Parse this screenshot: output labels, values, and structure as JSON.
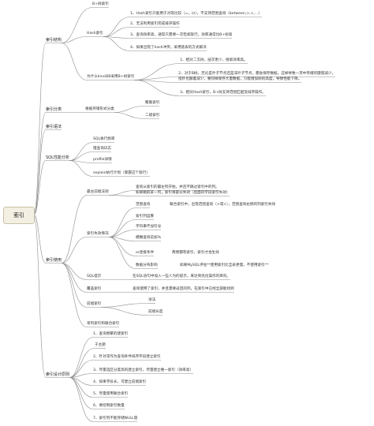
{
  "root": "索引",
  "branches": [
    {
      "key": "structure",
      "label": "索引结构",
      "children": [
        {
          "key": "btree",
          "label": "B+树索引"
        },
        {
          "key": "hash",
          "label": "Hash索引",
          "children": [
            {
              "key": "h1",
              "label": "1、Hash索引只能用于对等比较（=，in），不支持范围查询（between,>,<,...）"
            },
            {
              "key": "h2",
              "label": "2、无法利用索引完成排序操作"
            },
            {
              "key": "h3",
              "label": "3、查询效率高，通常只需要一次检索就行，效率通常比B+树高"
            },
            {
              "key": "h4",
              "label": "4、如果出现了hash冲突，采用链表的方式解决"
            }
          ]
        },
        {
          "key": "why",
          "label": "为什么InnoDB采用B+树索引",
          "children": [
            {
              "key": "w1",
              "label": "1、相对二叉树，层次更少，搜索效率高。"
            },
            {
              "key": "w2a",
              "label": "2、对于B树，无论是叶子节点还是非叶子节点，都会保存数据，这样导致一页中存储的键值减少，"
            },
            {
              "key": "w2b",
              "label": "指针也跟着减少，要同样保存大量数据，只能增加树的高度，导致性能下降。"
            },
            {
              "key": "w3",
              "label": "3、相对Hash索引，B+树支持范围匹配及排序操作。"
            }
          ]
        }
      ]
    },
    {
      "key": "category",
      "label": "索引分类",
      "children": [
        {
          "key": "cat",
          "label": "根据存储形式分类",
          "children": [
            {
              "key": "c1",
              "label": "聚集索引"
            },
            {
              "key": "c2",
              "label": "二级索引"
            }
          ]
        }
      ]
    },
    {
      "key": "syntax",
      "label": "索引语法"
    },
    {
      "key": "sql",
      "label": "SQL性能分析",
      "children": [
        {
          "key": "s1",
          "label": "SQL执行频率"
        },
        {
          "key": "s2",
          "label": "慢查询日志"
        },
        {
          "key": "s3",
          "label": "profile详情"
        },
        {
          "key": "s4",
          "label": "explain执行计划（掌握这个就行）"
        }
      ]
    },
    {
      "key": "usage",
      "label": "索引使用",
      "children": [
        {
          "key": "u1",
          "label": "最左前缀法则",
          "children": [
            {
              "key": "u1a",
              "label": "查询从索引的最左列开始，并且不跳过索引中的列。"
            },
            {
              "key": "u1b",
              "label": "如果跳跃某一列，索引将部分失效（后面的字段索引失效）"
            }
          ]
        },
        {
          "key": "u2",
          "label": "索引失效情况",
          "children": [
            {
              "key": "f1",
              "label": "范围查询",
              "note": "联合索引中，出现范围查询（>或<），范围查询右侧的列索引失效"
            },
            {
              "key": "f2",
              "label": "索引列运算"
            },
            {
              "key": "f3",
              "label": "字符串不加引号"
            },
            {
              "key": "f4",
              "label": "模糊查询前加%"
            },
            {
              "key": "f5",
              "label": "or连接条件",
              "note": "两侧都有索引，索引才会生效"
            },
            {
              "key": "f6",
              "label": "数据分布影响",
              "note": "如果MySQL评估**使用索引比全表更慢，不使用索引**"
            }
          ]
        },
        {
          "key": "u3",
          "label": "SQL提示",
          "children": [
            {
              "key": "u3a",
              "label": "在SQL语句中加入一些人为的提示，来达到优化操作的目的。"
            }
          ]
        },
        {
          "key": "u4",
          "label": "覆盖索引",
          "children": [
            {
              "key": "u4a",
              "label": "查询使用了索引，并且需要返回的列，在索引中已经全部能找到"
            }
          ]
        },
        {
          "key": "u5",
          "label": "前缀索引",
          "children": [
            {
              "key": "u5a",
              "label": "语法"
            },
            {
              "key": "u5b",
              "label": "前缀长度"
            }
          ]
        },
        {
          "key": "u6",
          "label": "单列索引和联合索引"
        }
      ]
    },
    {
      "key": "design",
      "label": "索引设计原则",
      "children": [
        {
          "key": "d1",
          "label": "1、查询频繁的建索引"
        },
        {
          "key": "d1b",
          "label": "于主题"
        },
        {
          "key": "d2",
          "label": "2、针对常作为查询条件排序字段建立索引"
        },
        {
          "key": "d3",
          "label": "3、尽量选区分度高的建立索引，尽量建立唯一索引（效率高）"
        },
        {
          "key": "d4",
          "label": "4、如果字段长，可建立前缀索引"
        },
        {
          "key": "d5",
          "label": "5、尽量使用联合索引"
        },
        {
          "key": "d6",
          "label": "6、要控制索引数量"
        },
        {
          "key": "d7",
          "label": "7、索引列不能存储NULL值"
        }
      ]
    }
  ],
  "colors": {
    "line": "#8c8c8c",
    "root_fill": "#f3efe2",
    "root_border": "#c9c2a6",
    "text": "#333333"
  }
}
